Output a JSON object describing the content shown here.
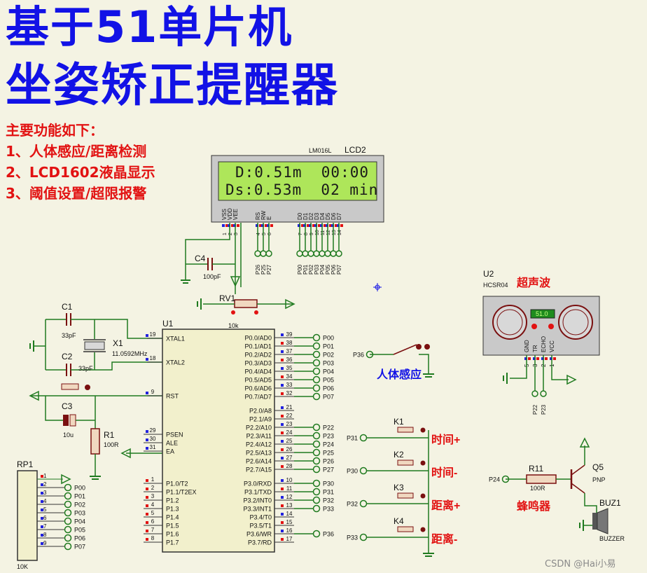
{
  "title": {
    "line1": "基于51单片机",
    "line2": "坐姿矫正提醒器"
  },
  "features": {
    "heading": "主要功能如下：",
    "items": [
      "1、人体感应/距离检测",
      "2、LCD1602液晶显示",
      "3、阈值设置/超限报警"
    ]
  },
  "lcd": {
    "ref": "LCD2",
    "model": "LM016L",
    "row1": "D:0.51m  00:00",
    "row2": "Ds:0.53m  02 min",
    "pins": [
      "VSS",
      "VDD",
      "VEE",
      "RS",
      "RW",
      "E",
      "D0",
      "D1",
      "D2",
      "D3",
      "D4",
      "D5",
      "D6",
      "D7"
    ],
    "pin_numbers": [
      "1",
      "2",
      "3",
      "4",
      "5",
      "6",
      "7",
      "8",
      "9",
      "10",
      "11",
      "12",
      "13",
      "14"
    ],
    "nets": [
      "P26",
      "P25",
      "P27",
      "P00",
      "P01",
      "P02",
      "P03",
      "P04",
      "P05",
      "P06",
      "P07"
    ]
  },
  "c4": {
    "ref": "C4",
    "value": "100pF"
  },
  "rv1": {
    "ref": "RV1",
    "value": "10k"
  },
  "c1": {
    "ref": "C1",
    "value": "33pF"
  },
  "c2": {
    "ref": "C2",
    "value": "33pF"
  },
  "x1": {
    "ref": "X1",
    "value": "11.0592MHz"
  },
  "c3": {
    "ref": "C3",
    "value": "10u"
  },
  "r1": {
    "ref": "R1",
    "value": "100R"
  },
  "rp1": {
    "ref": "RP1",
    "value": "10K",
    "pins": [
      "1",
      "2",
      "3",
      "4",
      "5",
      "6",
      "7",
      "8",
      "9"
    ],
    "nets": [
      "P00",
      "P01",
      "P02",
      "P03",
      "P04",
      "P05",
      "P06",
      "P07"
    ]
  },
  "u1": {
    "ref": "U1",
    "left_pins": [
      {
        "num": "19",
        "name": "XTAL1"
      },
      {
        "num": "18",
        "name": "XTAL2"
      },
      {
        "num": "9",
        "name": "RST"
      },
      {
        "num": "29",
        "name": "PSEN"
      },
      {
        "num": "30",
        "name": "ALE"
      },
      {
        "num": "31",
        "name": "EA"
      },
      {
        "num": "1",
        "name": "P1.0/T2"
      },
      {
        "num": "2",
        "name": "P1.1/T2EX"
      },
      {
        "num": "3",
        "name": "P1.2"
      },
      {
        "num": "4",
        "name": "P1.3"
      },
      {
        "num": "5",
        "name": "P1.4"
      },
      {
        "num": "6",
        "name": "P1.5"
      },
      {
        "num": "7",
        "name": "P1.6"
      },
      {
        "num": "8",
        "name": "P1.7"
      }
    ],
    "right_pins": [
      {
        "num": "39",
        "name": "P0.0/AD0",
        "net": "P00"
      },
      {
        "num": "38",
        "name": "P0.1/AD1",
        "net": "P01"
      },
      {
        "num": "37",
        "name": "P0.2/AD2",
        "net": "P02"
      },
      {
        "num": "36",
        "name": "P0.3/AD3",
        "net": "P03"
      },
      {
        "num": "35",
        "name": "P0.4/AD4",
        "net": "P04"
      },
      {
        "num": "34",
        "name": "P0.5/AD5",
        "net": "P05"
      },
      {
        "num": "33",
        "name": "P0.6/AD6",
        "net": "P06"
      },
      {
        "num": "32",
        "name": "P0.7/AD7",
        "net": "P07"
      },
      {
        "num": "21",
        "name": "P2.0/A8",
        "net": ""
      },
      {
        "num": "22",
        "name": "P2.1/A9",
        "net": ""
      },
      {
        "num": "23",
        "name": "P2.2/A10",
        "net": "P22"
      },
      {
        "num": "24",
        "name": "P2.3/A11",
        "net": "P23"
      },
      {
        "num": "25",
        "name": "P2.4/A12",
        "net": "P24"
      },
      {
        "num": "26",
        "name": "P2.5/A13",
        "net": "P25"
      },
      {
        "num": "27",
        "name": "P2.6/A14",
        "net": "P26"
      },
      {
        "num": "28",
        "name": "P2.7/A15",
        "net": "P27"
      },
      {
        "num": "10",
        "name": "P3.0/RXD",
        "net": "P30"
      },
      {
        "num": "11",
        "name": "P3.1/TXD",
        "net": "P31"
      },
      {
        "num": "12",
        "name": "P3.2/INT0",
        "net": "P32"
      },
      {
        "num": "13",
        "name": "P3.3/INT1",
        "net": "P33"
      },
      {
        "num": "14",
        "name": "P3.4/T0",
        "net": ""
      },
      {
        "num": "15",
        "name": "P3.5/T1",
        "net": ""
      },
      {
        "num": "16",
        "name": "P3.6/WR",
        "net": "P36"
      },
      {
        "num": "17",
        "name": "P3.7/RD",
        "net": ""
      }
    ]
  },
  "u2": {
    "ref": "U2",
    "model": "HCSR04",
    "label": "超声波",
    "reading": "51.0",
    "pins": [
      "GND",
      "TR",
      "ECHO",
      "VCC"
    ],
    "pin_numbers": [
      "5",
      "3",
      "2",
      "1"
    ],
    "nets": [
      "P22",
      "P23"
    ]
  },
  "pir": {
    "net": "P36",
    "label": "人体感应"
  },
  "keys": [
    {
      "ref": "K1",
      "net": "P31",
      "label": "时间+"
    },
    {
      "ref": "K2",
      "net": "P30",
      "label": "时间-"
    },
    {
      "ref": "K3",
      "net": "P32",
      "label": "距离+"
    },
    {
      "ref": "K4",
      "net": "P33",
      "label": "距离-"
    }
  ],
  "buzzer_section": {
    "net": "P24",
    "r_ref": "R11",
    "r_value": "100R",
    "q_ref": "Q5",
    "q_type": "PNP",
    "buz_ref": "BUZ1",
    "buz_type": "BUZZER",
    "label": "蜂鸣器"
  },
  "watermark": "CSDN @Hai小易",
  "colors": {
    "title": "#1212e6",
    "feature": "#e21212",
    "wire": "#1f7a1f",
    "component": "#7a1010",
    "lcd_screen": "#aee65a",
    "background": "#f4f3e3",
    "pin_red": "#e21212",
    "pin_blue": "#2222dd"
  }
}
